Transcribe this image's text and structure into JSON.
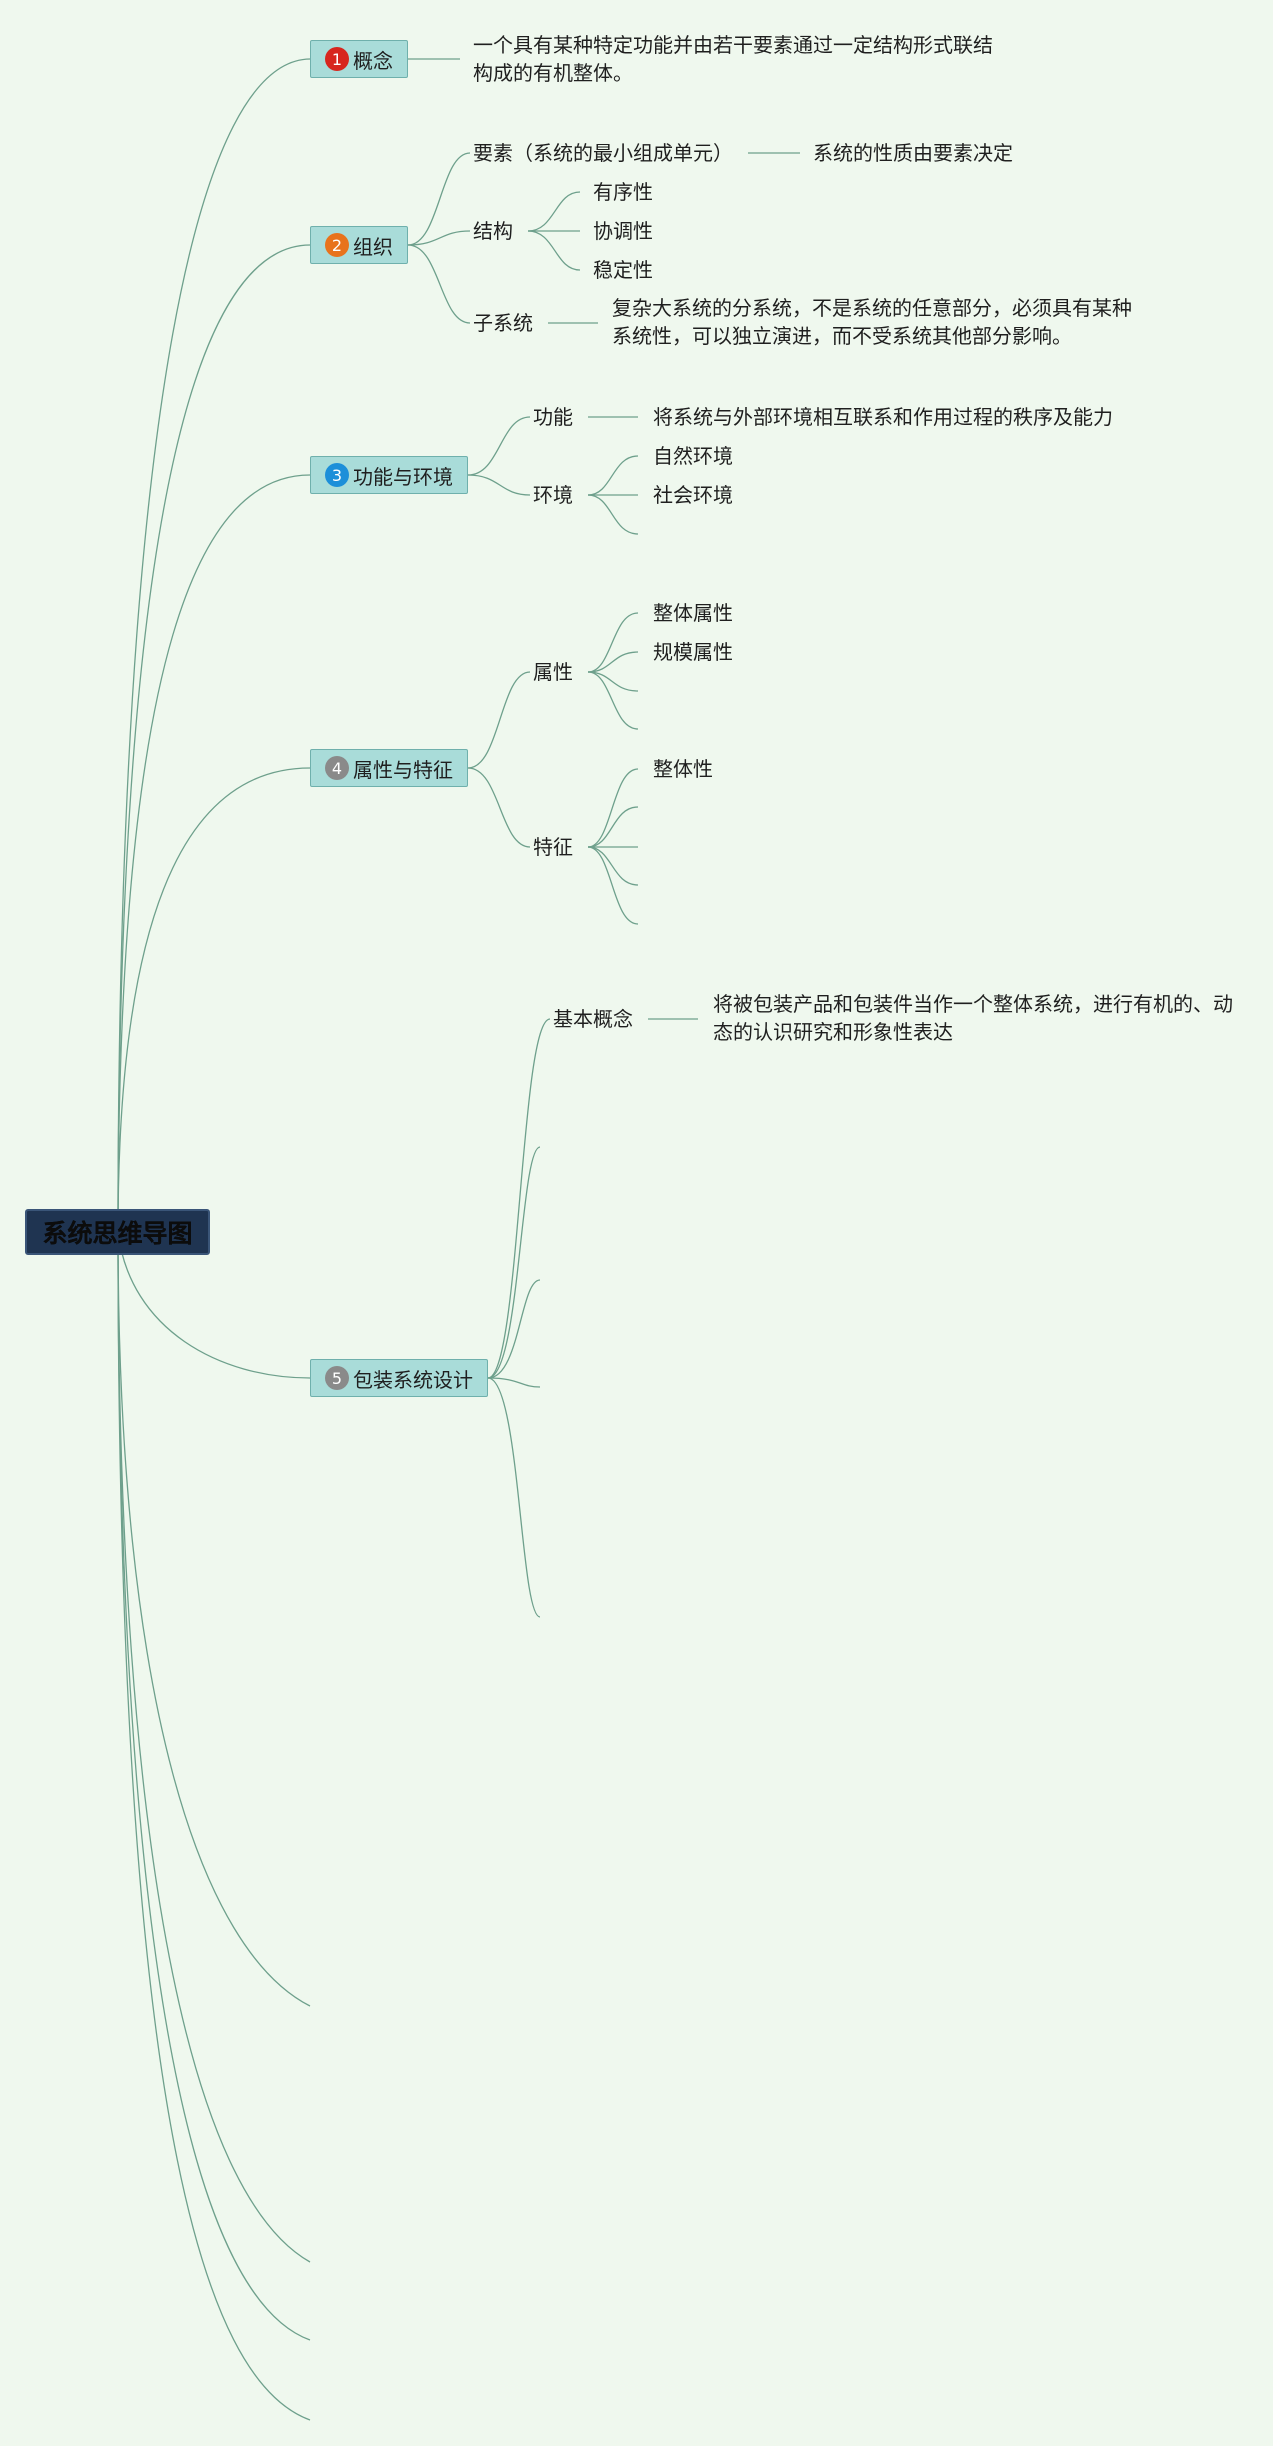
{
  "root": {
    "title": "系统思维导图"
  },
  "badge_colors": {
    "b1": "#d7261e",
    "b2": "#e8731c",
    "b3": "#1c8fd9",
    "b4": "#8a8a8a",
    "b5": "#8a8a8a"
  },
  "topics": [
    {
      "badge": "1",
      "label": "概念",
      "desc": "一个具有某种特定功能并由若干要素通过一定结构形式联结构成的有机整体。"
    },
    {
      "badge": "2",
      "label": "组织",
      "children": [
        {
          "label": "要素（系统的最小组成单元）",
          "detail": "系统的性质由要素决定"
        },
        {
          "label": "结构",
          "items": [
            "有序性",
            "协调性",
            "稳定性"
          ]
        },
        {
          "label": "子系统",
          "detail": "复杂大系统的分系统，不是系统的任意部分，必须具有某种系统性，可以独立演进，而不受系统其他部分影响。"
        }
      ]
    },
    {
      "badge": "3",
      "label": "功能与环境",
      "children": [
        {
          "label": "功能",
          "detail": "将系统与外部环境相互联系和作用过程的秩序及能力"
        },
        {
          "label": "环境",
          "items": [
            "自然环境",
            "社会环境"
          ]
        }
      ]
    },
    {
      "badge": "4",
      "label": "属性与特征",
      "children": [
        {
          "label": "属性",
          "items": [
            "整体属性",
            "规模属性"
          ]
        },
        {
          "label": "特征",
          "items": [
            "整体性"
          ]
        }
      ]
    },
    {
      "badge": "5",
      "label": "包装系统设计",
      "children": [
        {
          "label": "基本概念",
          "detail": "将被包装产品和包装件当作一个整体系统，进行有机的、动态的认识研究和形象性表达"
        }
      ]
    }
  ]
}
